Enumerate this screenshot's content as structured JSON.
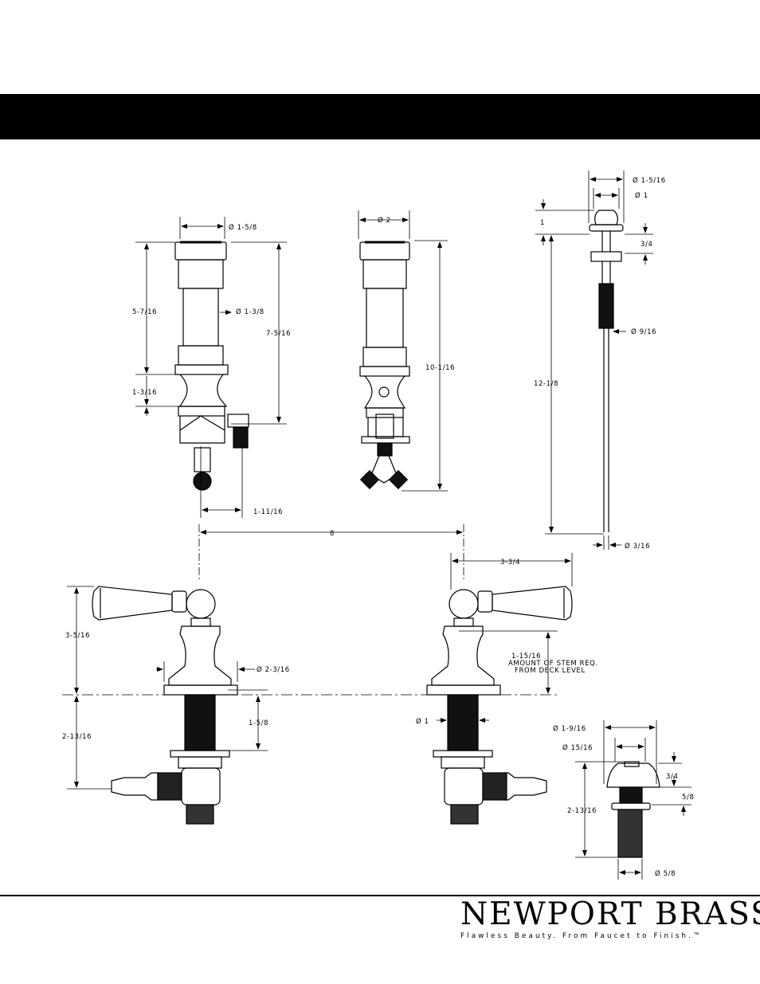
{
  "colors": {
    "ink": "#000000",
    "banner": "#000000",
    "background": "#ffffff"
  },
  "drawing_view": {
    "width": 954,
    "height": 1235
  },
  "brand": {
    "name": "NEWPORT BRASS",
    "registered": "®",
    "tagline": "Flawless Beauty. From Faucet to Finish.™"
  },
  "dimensions": {
    "valve_side_top_dia": "Ø 1-5/8",
    "valve_side_body_dia": "Ø 1-3/8",
    "valve_side_body_height": "5-7/16",
    "valve_side_total_height": "7-5/16",
    "valve_side_base_height": "1-3/16",
    "valve_side_outlet_offset": "1-11/16",
    "valve_front_top_dia": "Ø 2",
    "valve_front_total_height": "10-1/16",
    "drain_knob_dia": "Ø 1-5/16",
    "drain_stem_dia": "Ø 1",
    "drain_knob_height": "1",
    "drain_collar_height": "3/4",
    "drain_thread_dia": "Ø 9/16",
    "drain_rod_length": "12-1/8",
    "drain_rod_dia": "Ø 3/16",
    "handle_center_spacing": "8",
    "handle_length": "3-3/4",
    "handle_height_above_deck": "3-5/16",
    "flange_dia": "Ø 2-3/16",
    "stem_required_line1": "1-15/16",
    "stem_required_line2": "AMOUNT OF STEM REQ.",
    "stem_required_line3": "FROM DECK LEVEL",
    "shank_thread_length": "1-5/8",
    "below_deck_depth": "2-13/16",
    "shank_dia": "Ø 1",
    "spout_cap_dia": "Ø 1-9/16",
    "spout_top_dia": "Ø 15/16",
    "spout_cap_height": "3/4",
    "spout_collar_height": "5/8",
    "spout_total_depth": "2-13/16",
    "spout_shank_dia": "Ø 5/8"
  }
}
